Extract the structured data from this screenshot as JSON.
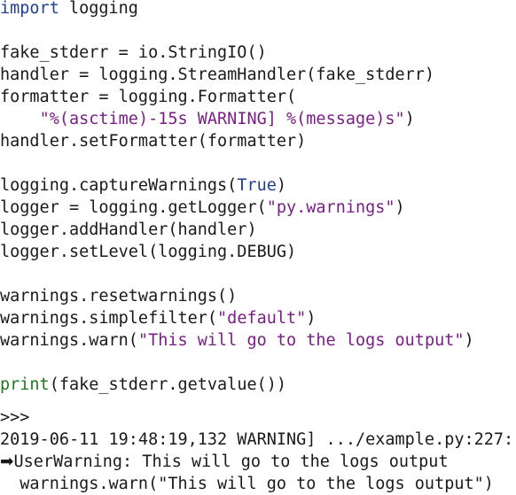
{
  "colors": {
    "keyword": "#1f3f8f",
    "string": "#7a1f86",
    "builtin": "#1f7a1f",
    "text": "#1a1a1a",
    "background": "#ffffff"
  },
  "code": {
    "l1_kw": "import",
    "l1_rest": " logging",
    "l3": "fake_stderr = io.StringIO()",
    "l4": "handler = logging.StreamHandler(fake_stderr)",
    "l5": "formatter = logging.Formatter(",
    "l6_indent": "    ",
    "l6_str": "\"%(asctime)-15s WARNING] %(message)s\"",
    "l6_close": ")",
    "l7": "handler.setFormatter(formatter)",
    "l9_a": "logging.captureWarnings(",
    "l9_kw": "True",
    "l9_b": ")",
    "l10_a": "logger = logging.getLogger(",
    "l10_str": "\"py.warnings\"",
    "l10_b": ")",
    "l11": "logger.addHandler(handler)",
    "l12": "logger.setLevel(logging.DEBUG)",
    "l14": "warnings.resetwarnings()",
    "l15_a": "warnings.simplefilter(",
    "l15_str": "\"default\"",
    "l15_b": ")",
    "l16_a": "warnings.warn(",
    "l16_str": "\"This will go to the logs output\"",
    "l16_b": ")",
    "l18_bi": "print",
    "l18_rest": "(fake_stderr.getvalue())"
  },
  "output": {
    "prompt": ">>>",
    "line1": "2019-06-11 19:48:19,132 WARNING] .../example.py:227:",
    "arrow": "➡",
    "line2": "UserWarning: This will go to the logs output",
    "line3": "  warnings.warn(\"This will go to the logs output\")"
  }
}
